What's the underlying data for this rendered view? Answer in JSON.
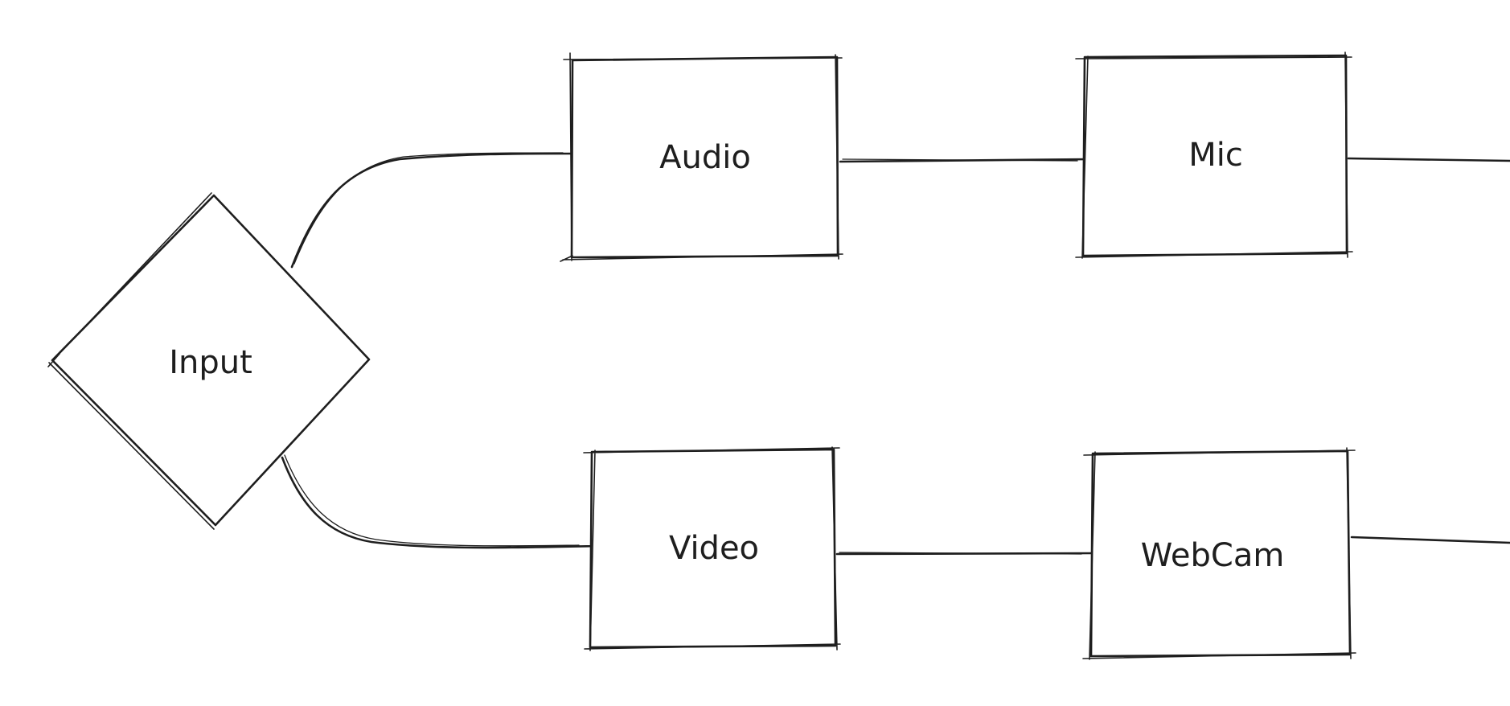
{
  "canvas": {
    "background_color": "#ffffff",
    "stroke_color": "#1e1e1e"
  },
  "diagram": {
    "nodes": [
      {
        "id": "input",
        "label": "Input",
        "shape": "diamond"
      },
      {
        "id": "audio",
        "label": "Audio",
        "shape": "rectangle"
      },
      {
        "id": "mic",
        "label": "Mic",
        "shape": "rectangle"
      },
      {
        "id": "video",
        "label": "Video",
        "shape": "rectangle"
      },
      {
        "id": "webcam",
        "label": "WebCam",
        "shape": "rectangle"
      }
    ],
    "edges": [
      {
        "id": "input-audio",
        "from": "input",
        "to": "audio",
        "style": "curved"
      },
      {
        "id": "audio-mic",
        "from": "audio",
        "to": "mic",
        "style": "straight"
      },
      {
        "id": "mic-right",
        "from": "mic",
        "to": "off-canvas-right",
        "style": "straight"
      },
      {
        "id": "input-video",
        "from": "input",
        "to": "video",
        "style": "curved"
      },
      {
        "id": "video-webcam",
        "from": "video",
        "to": "webcam",
        "style": "straight"
      },
      {
        "id": "webcam-right",
        "from": "webcam",
        "to": "off-canvas-right",
        "style": "straight"
      }
    ]
  }
}
